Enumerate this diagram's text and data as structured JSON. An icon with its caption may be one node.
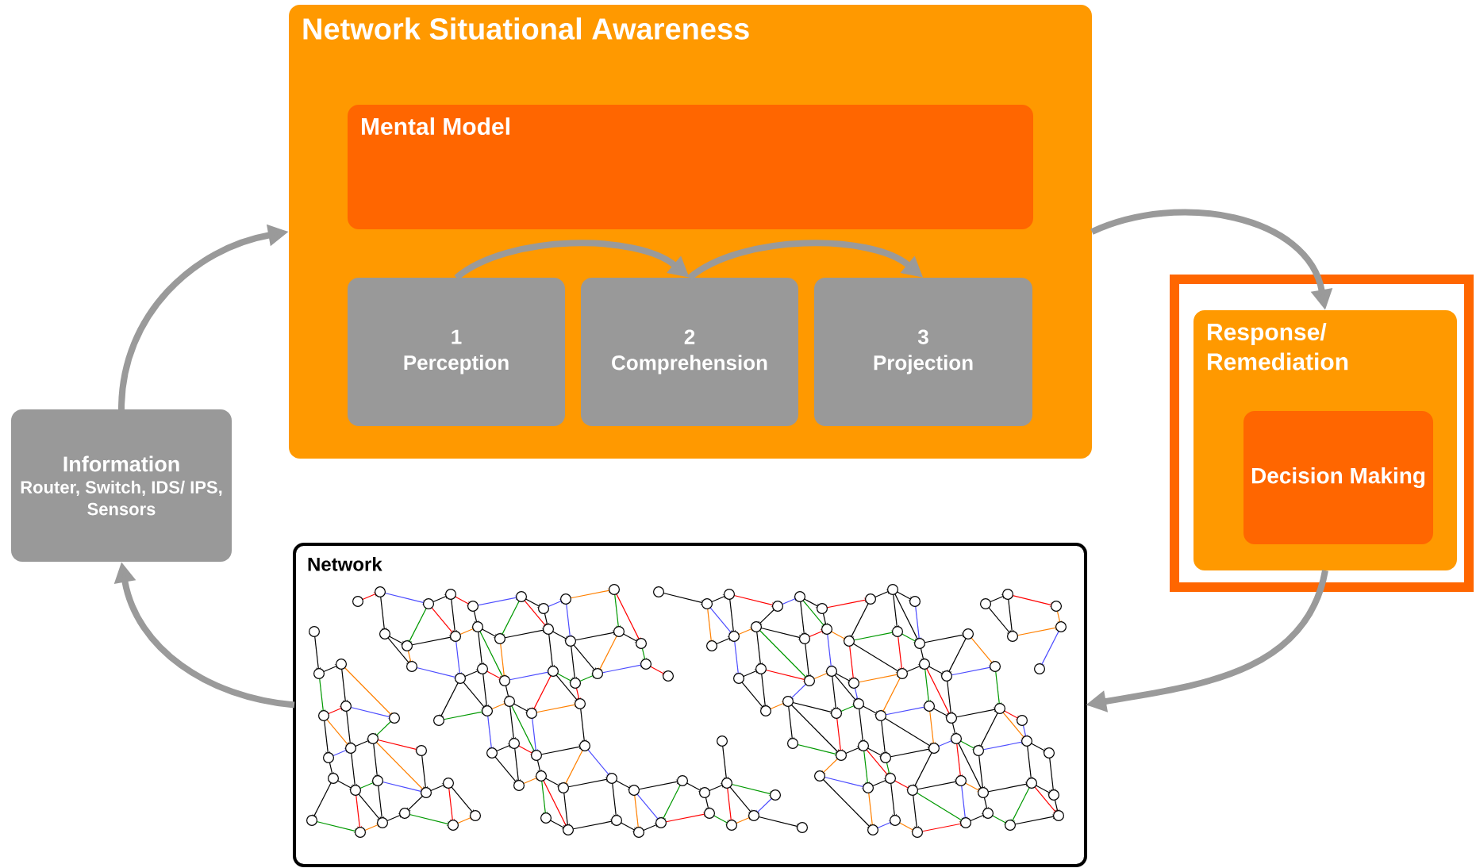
{
  "diagram": {
    "nodes": [
      {
        "text": [
          "Network Situational Awareness"
        ]
      },
      {
        "text": [
          "Mental Model"
        ],
        "in": 0
      },
      {
        "text": [
          "1",
          "Perception"
        ],
        "in": 0
      },
      {
        "text": [
          "2",
          "Comprehension"
        ],
        "in": 0
      },
      {
        "text": [
          "3",
          "Projection"
        ],
        "in": 0
      },
      {
        "text": [
          "Response/ Remediation"
        ]
      },
      {
        "text": [
          "Decision Making"
        ],
        "in": 5
      },
      {
        "text": [
          "Network"
        ]
      },
      {
        "text": [
          "Information",
          "Router, Switch, IDS/ IPS, Sensors"
        ]
      }
    ],
    "edges": [
      {
        "from": 2,
        "to": 3,
        "arrow": "to"
      },
      {
        "from": 3,
        "to": 4,
        "arrow": "to"
      },
      {
        "from": 0,
        "to": 5,
        "arrow": "to"
      },
      {
        "from": 5,
        "to": 7,
        "arrow": "to"
      },
      {
        "from": 7,
        "to": 8,
        "arrow": "to"
      },
      {
        "from": 8,
        "to": 0,
        "arrow": "to"
      }
    ]
  }
}
